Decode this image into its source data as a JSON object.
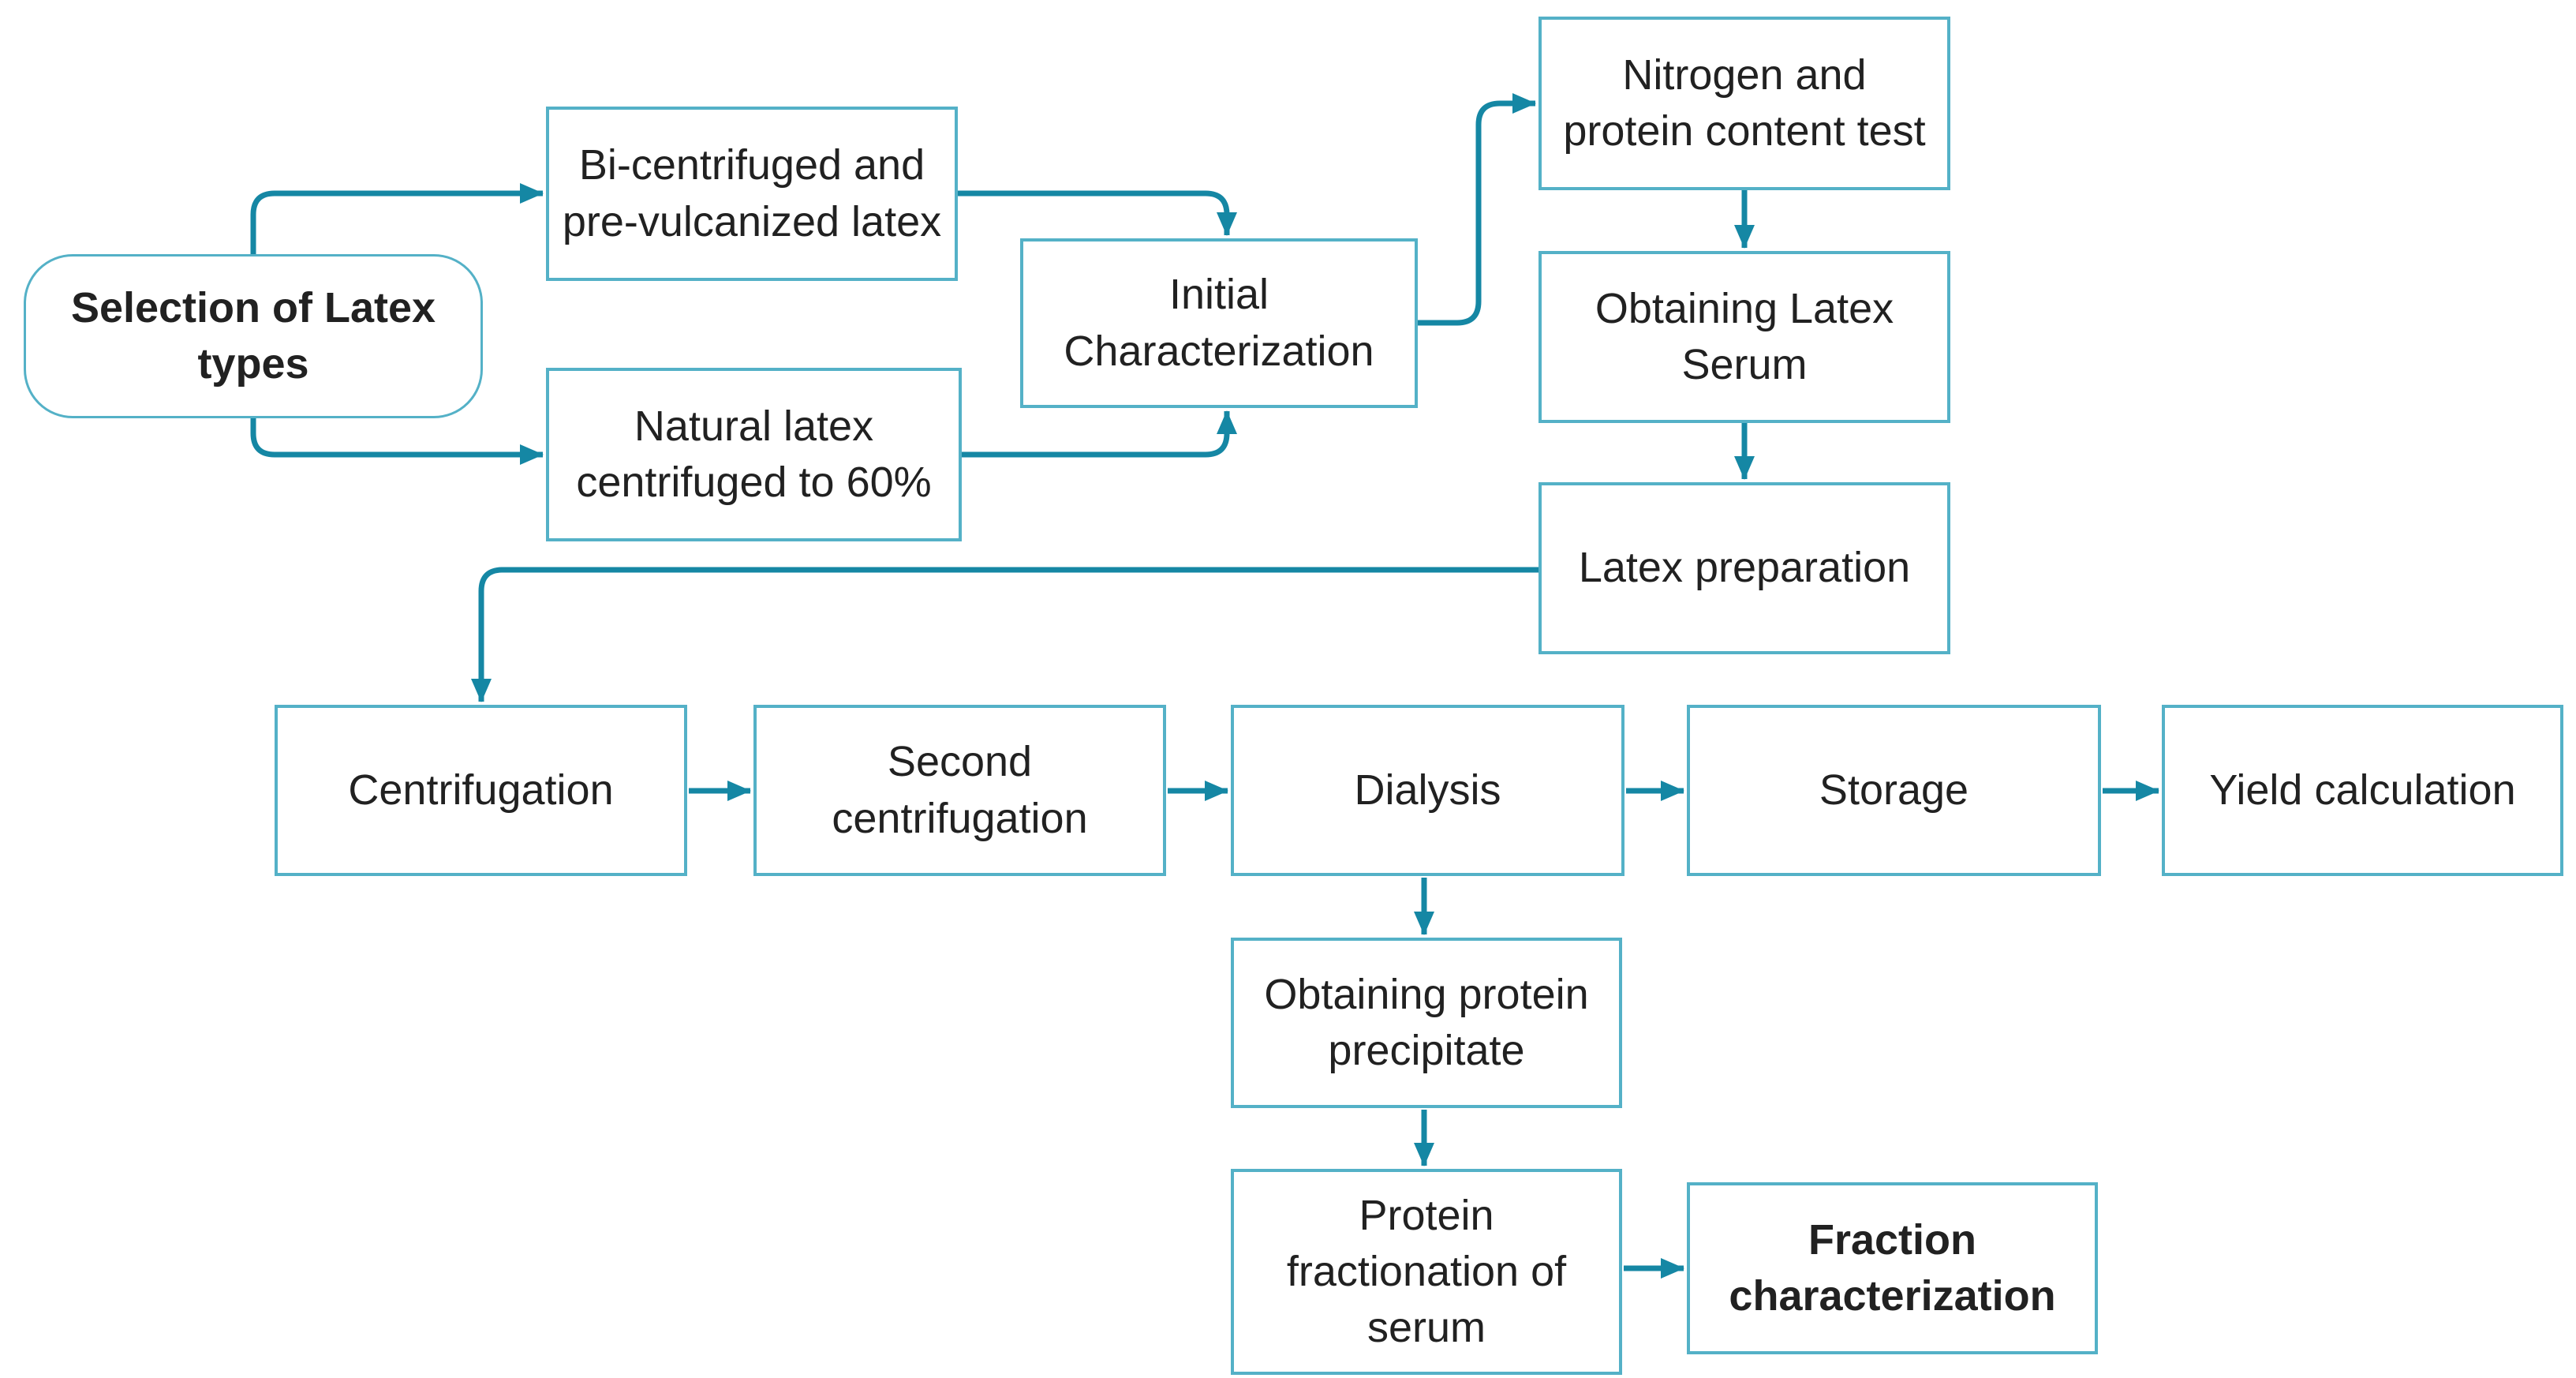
{
  "diagram": {
    "type": "flowchart",
    "colors": {
      "box_border": "#54b1c7",
      "connector": "#1587a4",
      "text": "#212121",
      "background": "#ffffff"
    },
    "nodes": {
      "selection": {
        "label": "Selection of Latex\ntypes",
        "shape": "rounded",
        "bold": true
      },
      "bicentrifuged": {
        "label": "Bi-centrifuged and\npre-vulcanized latex",
        "shape": "rect",
        "bold": false
      },
      "natural": {
        "label": "Natural latex\ncentrifuged to 60%",
        "shape": "rect",
        "bold": false
      },
      "initial": {
        "label": "Initial\nCharacterization",
        "shape": "rect",
        "bold": false
      },
      "nitrogen": {
        "label": "Nitrogen and\nprotein content test",
        "shape": "rect",
        "bold": false
      },
      "serum": {
        "label": "Obtaining Latex\nSerum",
        "shape": "rect",
        "bold": false
      },
      "latexprep": {
        "label": "Latex preparation",
        "shape": "rect",
        "bold": false
      },
      "centrifugation": {
        "label": "Centrifugation",
        "shape": "rect",
        "bold": false
      },
      "second": {
        "label": "Second\ncentrifugation",
        "shape": "rect",
        "bold": false
      },
      "dialysis": {
        "label": "Dialysis",
        "shape": "rect",
        "bold": false
      },
      "storage": {
        "label": "Storage",
        "shape": "rect",
        "bold": false
      },
      "yield": {
        "label": "Yield calculation",
        "shape": "rect",
        "bold": false
      },
      "precipitate": {
        "label": "Obtaining protein\nprecipitate",
        "shape": "rect",
        "bold": false
      },
      "fractionation": {
        "label": "Protein\nfractionation of\nserum",
        "shape": "rect",
        "bold": false
      },
      "fraction_char": {
        "label": "Fraction\ncharacterization",
        "shape": "rect",
        "bold": true
      }
    },
    "edges": [
      {
        "from": "selection",
        "to": "bicentrifuged"
      },
      {
        "from": "selection",
        "to": "natural"
      },
      {
        "from": "bicentrifuged",
        "to": "initial"
      },
      {
        "from": "natural",
        "to": "initial"
      },
      {
        "from": "initial",
        "to": "nitrogen"
      },
      {
        "from": "nitrogen",
        "to": "serum"
      },
      {
        "from": "serum",
        "to": "latexprep"
      },
      {
        "from": "latexprep",
        "to": "centrifugation"
      },
      {
        "from": "centrifugation",
        "to": "second"
      },
      {
        "from": "second",
        "to": "dialysis"
      },
      {
        "from": "dialysis",
        "to": "storage"
      },
      {
        "from": "storage",
        "to": "yield"
      },
      {
        "from": "dialysis",
        "to": "precipitate"
      },
      {
        "from": "precipitate",
        "to": "fractionation"
      },
      {
        "from": "fractionation",
        "to": "fraction_char"
      }
    ]
  }
}
